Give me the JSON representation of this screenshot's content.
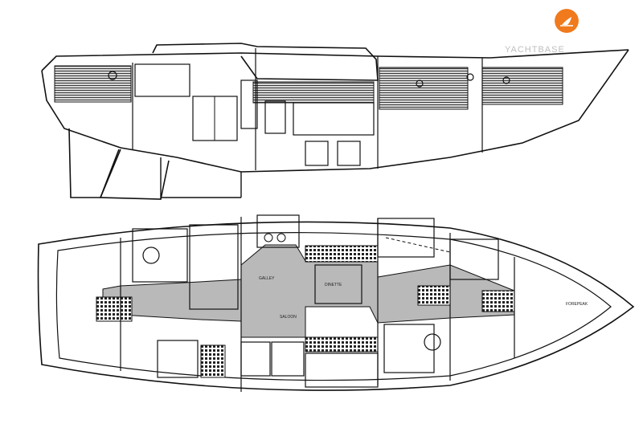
{
  "brand": {
    "logo_icon": "sailboat-logo-icon",
    "logo_color": "#f07a1c",
    "watermark": "YACHTBASE"
  },
  "colors": {
    "line": "#111111",
    "teak": "#3a3a3a",
    "sole": "#b9b9b9",
    "background": "#ffffff"
  },
  "labels": {
    "forepeak": "FOREPEAK",
    "galley": "GALLEY",
    "dinette": "DINETTE",
    "saloon": "SALOON"
  }
}
